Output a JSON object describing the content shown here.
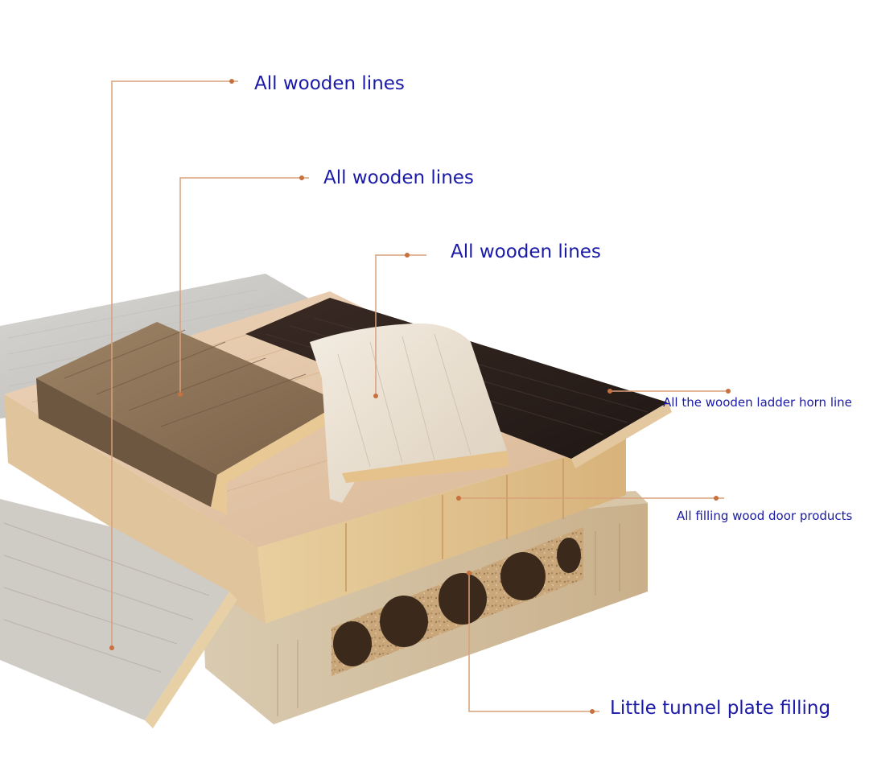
{
  "colors": {
    "label_text": "#1a1aa6",
    "leader_line": "#d9a07a",
    "leader_dot": "#c8703e",
    "background": "#ffffff"
  },
  "callouts": [
    {
      "text": "All wooden lines"
    },
    {
      "text": "All wooden lines"
    },
    {
      "text": "All wooden lines"
    },
    {
      "text": "All the wooden ladder horn line"
    },
    {
      "text": "All filling wood door products"
    },
    {
      "text": "Little tunnel plate filling"
    }
  ]
}
